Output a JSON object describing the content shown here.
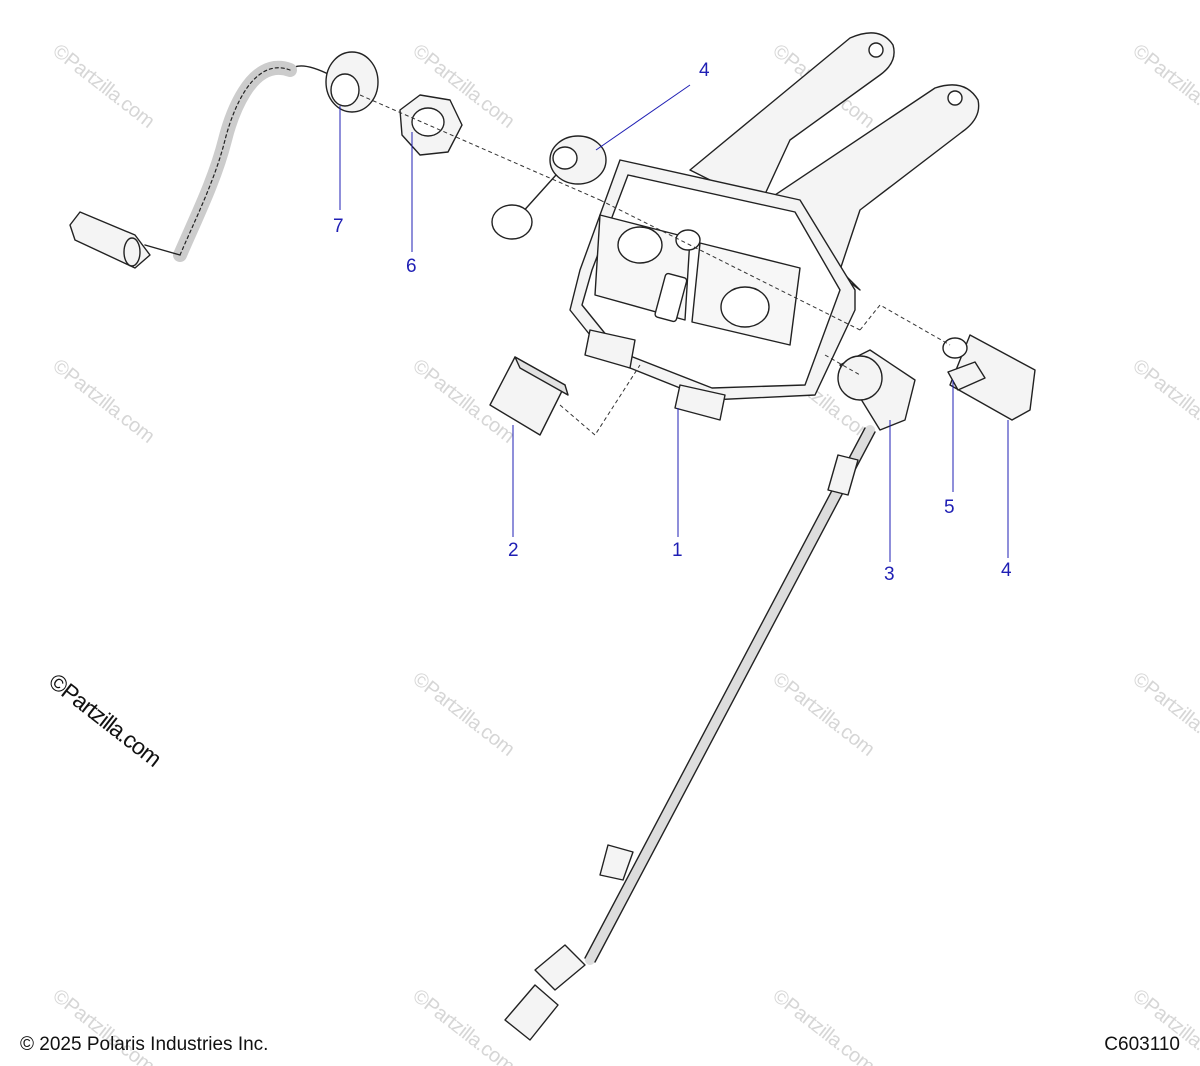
{
  "callouts": [
    {
      "id": "c4a",
      "label": "4"
    },
    {
      "id": "c7",
      "label": "7"
    },
    {
      "id": "c6",
      "label": "6"
    },
    {
      "id": "c2",
      "label": "2"
    },
    {
      "id": "c1",
      "label": "1"
    },
    {
      "id": "c3",
      "label": "3"
    },
    {
      "id": "c5",
      "label": "5"
    },
    {
      "id": "c4b",
      "label": "4"
    }
  ],
  "watermark_text": "©Partzilla.com",
  "main_watermark": "©Partzilla.com",
  "footer": {
    "copyright": "© 2025 Polaris Industries Inc.",
    "drawing_code": "C603110"
  },
  "colors": {
    "callout": "#1f1fb4",
    "line": "#222222",
    "part_fill": "#f4f4f4",
    "watermark": "#d6d6d6"
  }
}
